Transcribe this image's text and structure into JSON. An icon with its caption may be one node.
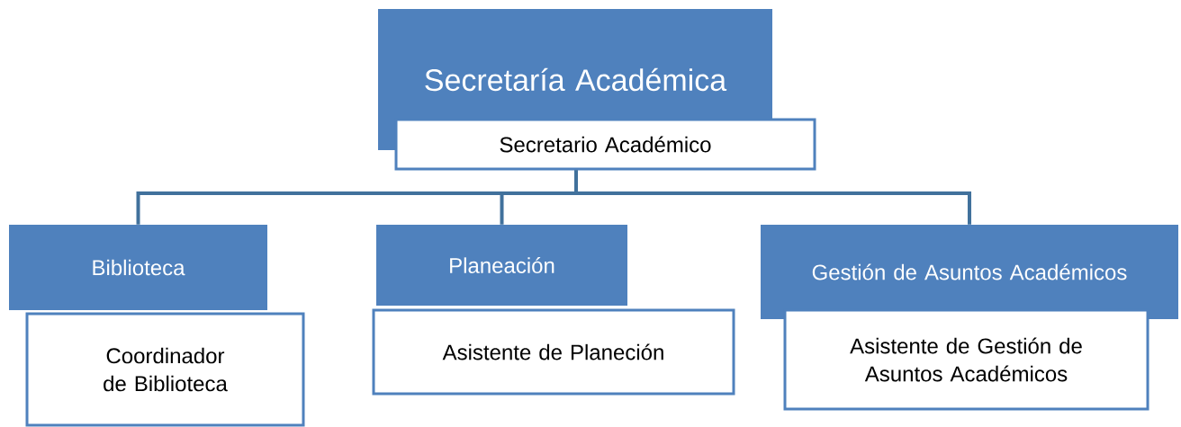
{
  "diagram": {
    "nodes": [
      {
        "text": [
          "Secretaría Académica"
        ]
      },
      {
        "text": [
          "Secretario Académico"
        ]
      },
      {
        "text": [
          "Biblioteca"
        ]
      },
      {
        "text": [
          "Coordinador de Biblioteca"
        ]
      },
      {
        "text": [
          "Planeación"
        ]
      },
      {
        "text": [
          "Asistente de Planeción"
        ]
      },
      {
        "text": [
          "Gestión de Asuntos Académicos"
        ]
      },
      {
        "text": [
          "Asistente de Gestión de Asuntos Académicos"
        ]
      }
    ],
    "edges": [
      {
        "from": 1,
        "to": 2,
        "arrow": "none"
      },
      {
        "from": 1,
        "to": 4,
        "arrow": "none"
      },
      {
        "from": 1,
        "to": 6,
        "arrow": "none"
      }
    ]
  }
}
